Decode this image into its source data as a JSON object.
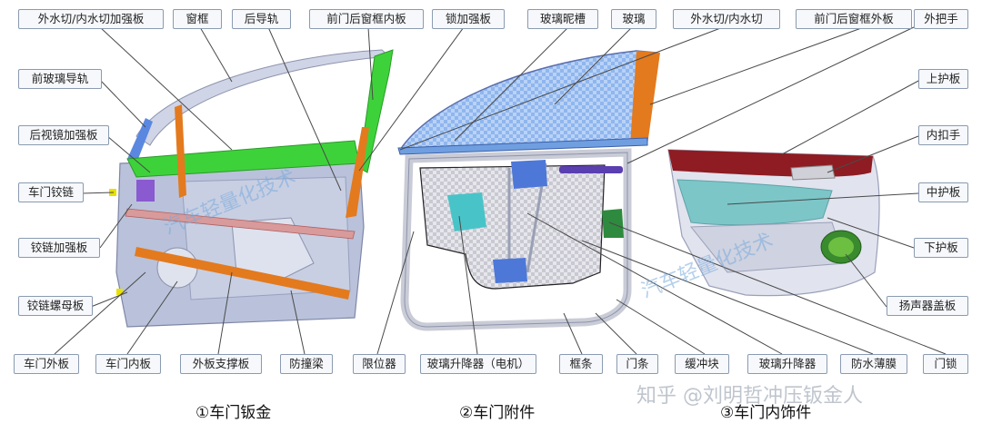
{
  "labels": {
    "outer_inner_belt_reinforcement": "外水切/内水切加强板",
    "window_frame": "窗框",
    "rear_guide_rail": "后导轨",
    "front_door_rear_frame_inner": "前门后窗框内板",
    "lock_reinforcement": "锁加强板",
    "glass_run_channel": "玻璃昵槽",
    "glass": "玻璃",
    "outer_inner_belt": "外水切/内水切",
    "front_door_rear_frame_outer": "前门后窗框外板",
    "outer_handle": "外把手",
    "front_glass_guide": "前玻璃导轨",
    "upper_trim": "上护板",
    "mirror_reinforcement": "后视镜加强板",
    "inner_handle": "内扣手",
    "door_hinge": "车门铰链",
    "middle_trim": "中护板",
    "hinge_reinforcement": "铰链加强板",
    "lower_trim": "下护板",
    "hinge_nut_plate": "铰链螺母板",
    "speaker_cover": "扬声器盖板",
    "door_outer_panel": "车门外板",
    "door_inner_panel": "车门内板",
    "outer_panel_support": "外板支撑板",
    "anti_collision_beam": "防撞梁",
    "door_check": "限位器",
    "window_regulator_motor": "玻璃升降器（电机）",
    "frame_strip": "框条",
    "door_strip": "门条",
    "bumper_block": "缓冲块",
    "window_regulator": "玻璃升降器",
    "waterproof_film": "防水薄膜",
    "door_lock": "门锁"
  },
  "captions": {
    "sheet_metal": "①车门钣金",
    "accessories": "②车门附件",
    "interior_trim": "③车门内饰件"
  },
  "watermarks": {
    "brand": "汽车轻量化技术",
    "author": "知乎 @刘明哲冲压钣金人"
  },
  "colors": {
    "label_border": "#8a9bb0",
    "leader_line": "#4a4a4a",
    "green_part": "#3ed23a",
    "orange_part": "#e37a1e",
    "glass_blue": "#6f9fe0",
    "panel_gray": "#b9c2da",
    "trim_red": "#8e1c22",
    "trim_teal": "#7cc6c8"
  }
}
